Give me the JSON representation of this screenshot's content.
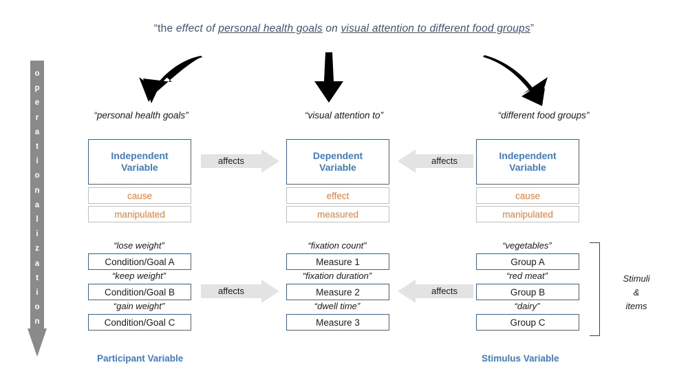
{
  "title": {
    "open_quote": "“",
    "part1": "the ",
    "part2": "effect of ",
    "part3": "personal health goals",
    "part4": " on ",
    "part5": "visual attention to ",
    "part6": "different food groups",
    "close_quote": "”",
    "full_text": "“the effect of personal health goals on visual attention to different food groups”",
    "color": "#3f4f78"
  },
  "operationalization": {
    "label": "operationalization",
    "letters": [
      "o",
      "p",
      "e",
      "r",
      "a",
      "t",
      "i",
      "o",
      "n",
      "a",
      "l",
      "i",
      "z",
      "a",
      "t",
      "i",
      "o",
      "n"
    ],
    "color": "#8a8a8a",
    "text_color": "#ffffff"
  },
  "arrows": {
    "left_curved": "curved-arrow-down-left",
    "middle_straight": "straight-arrow-down",
    "right_curved": "curved-arrow-down-right"
  },
  "columns": [
    {
      "id": "left",
      "quote": "“personal health goals”",
      "variable_label": "Independent\nVariable",
      "variable_line1": "Independent",
      "variable_line2": "Variable",
      "attributes": [
        "cause",
        "manipulated"
      ],
      "levels": [
        {
          "quote": "“lose weight”",
          "box": "Condition/Goal A"
        },
        {
          "quote": "“keep weight”",
          "box": "Condition/Goal B"
        },
        {
          "quote": "“gain weight”",
          "box": "Condition/Goal C"
        }
      ],
      "bottom_label": "Participant Variable"
    },
    {
      "id": "middle",
      "quote": "“visual attention to”",
      "variable_line1": "Dependent",
      "variable_line2": "Variable",
      "attributes": [
        "effect",
        "measured"
      ],
      "levels": [
        {
          "quote": "“fixation count”",
          "box": "Measure 1"
        },
        {
          "quote": "“fixation duration”",
          "box": "Measure 2"
        },
        {
          "quote": "“dwell time”",
          "box": "Measure 3"
        }
      ],
      "bottom_label": ""
    },
    {
      "id": "right",
      "quote": "“different food groups”",
      "variable_line1": "Independent",
      "variable_line2": "Variable",
      "attributes": [
        "cause",
        "manipulated"
      ],
      "levels": [
        {
          "quote": "“vegetables”",
          "box": "Group A"
        },
        {
          "quote": "“red meat”",
          "box": "Group B"
        },
        {
          "quote": "“dairy”",
          "box": "Group C"
        }
      ],
      "bottom_label": "Stimulus Variable"
    }
  ],
  "affects": {
    "top_left": "affects",
    "top_right": "affects",
    "bottom_left": "affects",
    "bottom_right": "affects"
  },
  "stimuli_bracket": {
    "line1": "Stimuli",
    "line2": "&",
    "line3": "items"
  },
  "colors": {
    "variable_blue": "#3d7cc9",
    "box_border_blue": "#41628f",
    "attribute_orange": "#ed7d31",
    "attribute_border": "#bfbfbf",
    "affects_gray": "#e3e3e3",
    "op_gray": "#8a8a8a",
    "title_navy": "#3f4f78"
  }
}
